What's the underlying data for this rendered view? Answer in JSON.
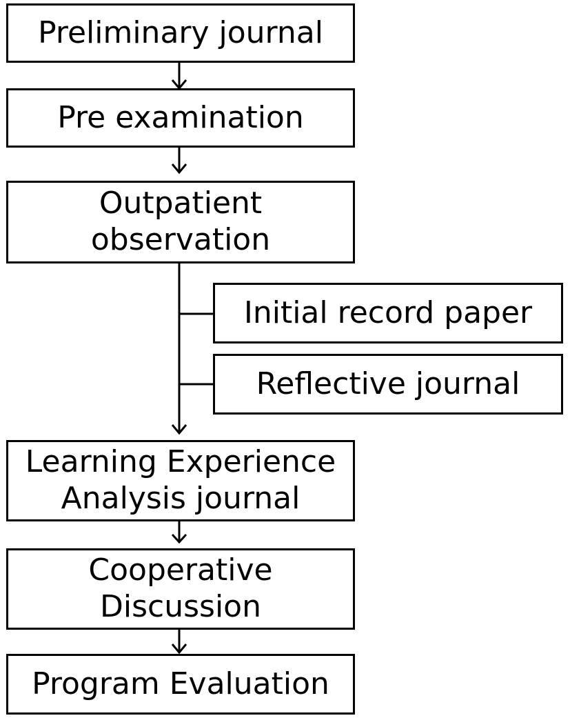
{
  "flow": {
    "steps": [
      {
        "id": "preliminary-journal",
        "label": "Preliminary journal"
      },
      {
        "id": "pre-examination",
        "label": "Pre examination"
      },
      {
        "id": "outpatient-observation",
        "label": "Outpatient\nobservation"
      },
      {
        "id": "learning-experience-analysis-journal",
        "label": "Learning Experience\nAnalysis journal"
      },
      {
        "id": "cooperative-discussion",
        "label": "Cooperative\nDiscussion"
      },
      {
        "id": "program-evaluation",
        "label": "Program Evaluation"
      }
    ],
    "side_items": [
      {
        "id": "initial-record-paper",
        "label": "Initial record paper"
      },
      {
        "id": "reflective-journal",
        "label": "Reflective journal"
      }
    ]
  },
  "colors": {
    "line": "#000000",
    "background": "#ffffff"
  }
}
